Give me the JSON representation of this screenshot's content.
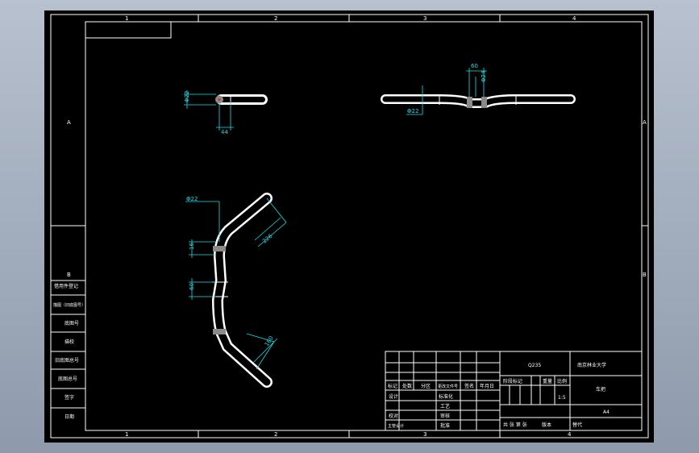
{
  "zones": {
    "top": [
      "1",
      "2",
      "3",
      "4"
    ],
    "bottom": [
      "1",
      "2",
      "3",
      "4"
    ],
    "left": [
      "A",
      "B"
    ],
    "right": [
      "A",
      "B"
    ]
  },
  "side_labels": [
    "借用件登记",
    "描图（旧底图号）",
    "底图号",
    "描校",
    "旧底图总号",
    "底图总号",
    "签字",
    "日期"
  ],
  "dims": {
    "side_dia": "Φ22",
    "side_len": "44",
    "front_len": "60",
    "front_dia_small": "Φ24",
    "front_dia": "Φ22",
    "plan_dia": "Φ22",
    "plan_a": "16",
    "plan_b": "60",
    "plan_c": "226",
    "plan_d": "160"
  },
  "title_block": {
    "material": "Q235",
    "school": "南京林业大学",
    "part_name": "车把",
    "scale": "1:5",
    "sheet_size": "A4",
    "mark_label": "阶段标记",
    "weight_label": "重量",
    "scale_label": "比例",
    "sheet_label": "共 张 第 张",
    "version_label": "版本",
    "replace_label": "替代",
    "rev_headers": [
      "标记",
      "处数",
      "分区",
      "更改文件号",
      "签名",
      "年月日"
    ],
    "roles_left": [
      "设计",
      "校对",
      "主管设计"
    ],
    "roles_mid": [
      "标准化",
      "审核",
      "批准"
    ],
    "roles_mid2": [
      "工艺",
      ""
    ]
  },
  "colors": {
    "paper": "#000000",
    "line": "#ffffff",
    "dimension": "#18e0e8",
    "section": "#9a9a9a",
    "marker": "#e03030"
  }
}
